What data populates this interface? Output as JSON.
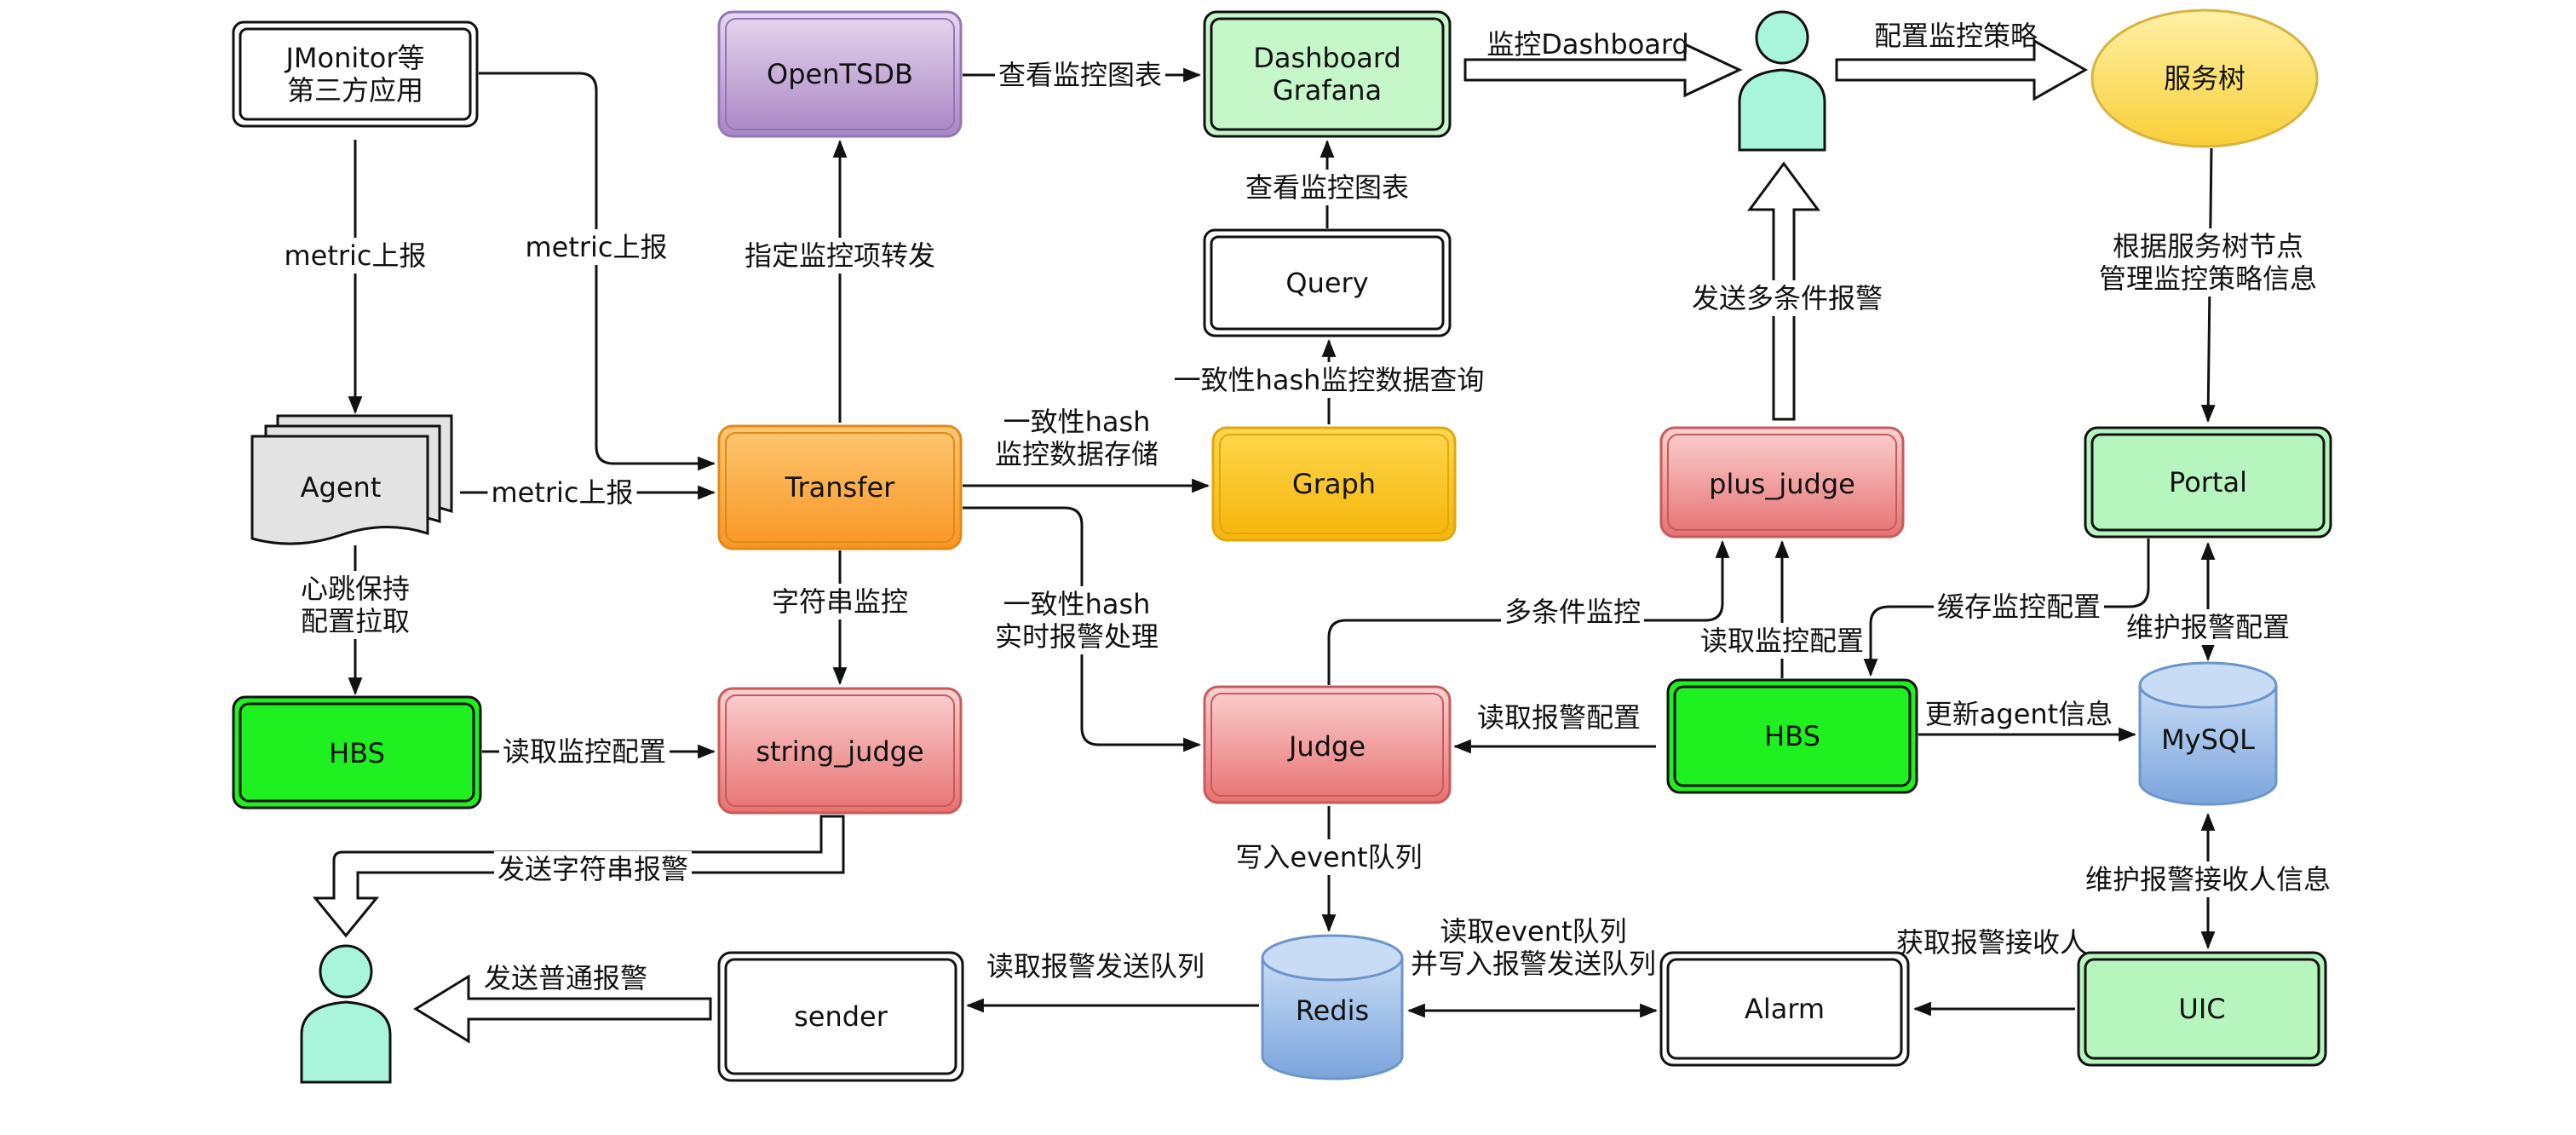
{
  "colors": {
    "purple": "#c7aedb",
    "green_light": "#c6f7c9",
    "green_bright": "#1ff01f",
    "orange": "#fba539",
    "yellow": "#fcc51f",
    "red": "#f19090",
    "gray": "#e3e3e3",
    "blue": "#98b9e6",
    "mint": "#a8f5dc",
    "gold": "#fbe06a",
    "white": "#ffffff"
  },
  "nodes": {
    "jmonitor": "JMonitor等\n第三方应用",
    "opentsdb": "OpenTSDB",
    "dashboard": "Dashboard\nGrafana",
    "service_tree": "服务树",
    "agent": "Agent",
    "transfer": "Transfer",
    "query": "Query",
    "graph": "Graph",
    "plus_judge": "plus_judge",
    "portal": "Portal",
    "hbs_left": "HBS",
    "string_judge": "string_judge",
    "judge": "Judge",
    "hbs_right": "HBS",
    "mysql": "MySQL",
    "sender": "sender",
    "redis": "Redis",
    "alarm": "Alarm",
    "uic": "UIC"
  },
  "edges": {
    "metric_report_1": "metric上报",
    "metric_report_2": "metric上报",
    "metric_report_3": "metric上报",
    "view_chart_1": "查看监控图表",
    "monitor_dashboard": "监控Dashboard",
    "config_policy": "配置监控策略",
    "forward_items": "指定监控项转发",
    "view_chart_2": "查看监控图表",
    "hash_query": "一致性hash监控数据查询",
    "send_multi_alarm": "发送多条件报警",
    "tree_manage": "根据服务树节点\n管理监控策略信息",
    "hash_storage": "一致性hash\n监控数据存储",
    "heartbeat": "心跳保持\n配置拉取",
    "string_monitor": "字符串监控",
    "hash_realtime": "一致性hash\n实时报警处理",
    "multi_monitor": "多条件监控",
    "read_monitor_cfg_r": "读取监控配置",
    "cache_cfg": "缓存监控配置",
    "maintain_alarm_cfg": "维护报警配置",
    "read_monitor_cfg_l": "读取监控配置",
    "read_alarm_cfg": "读取报警配置",
    "update_agent": "更新agent信息",
    "send_string_alarm": "发送字符串报警",
    "write_event": "写入event队列",
    "maintain_receiver": "维护报警接收人信息",
    "send_normal_alarm": "发送普通报警",
    "read_send_queue": "读取报警发送队列",
    "read_event_queue": "读取event队列\n并写入报警发送队列",
    "get_receiver": "获取报警接收人"
  }
}
